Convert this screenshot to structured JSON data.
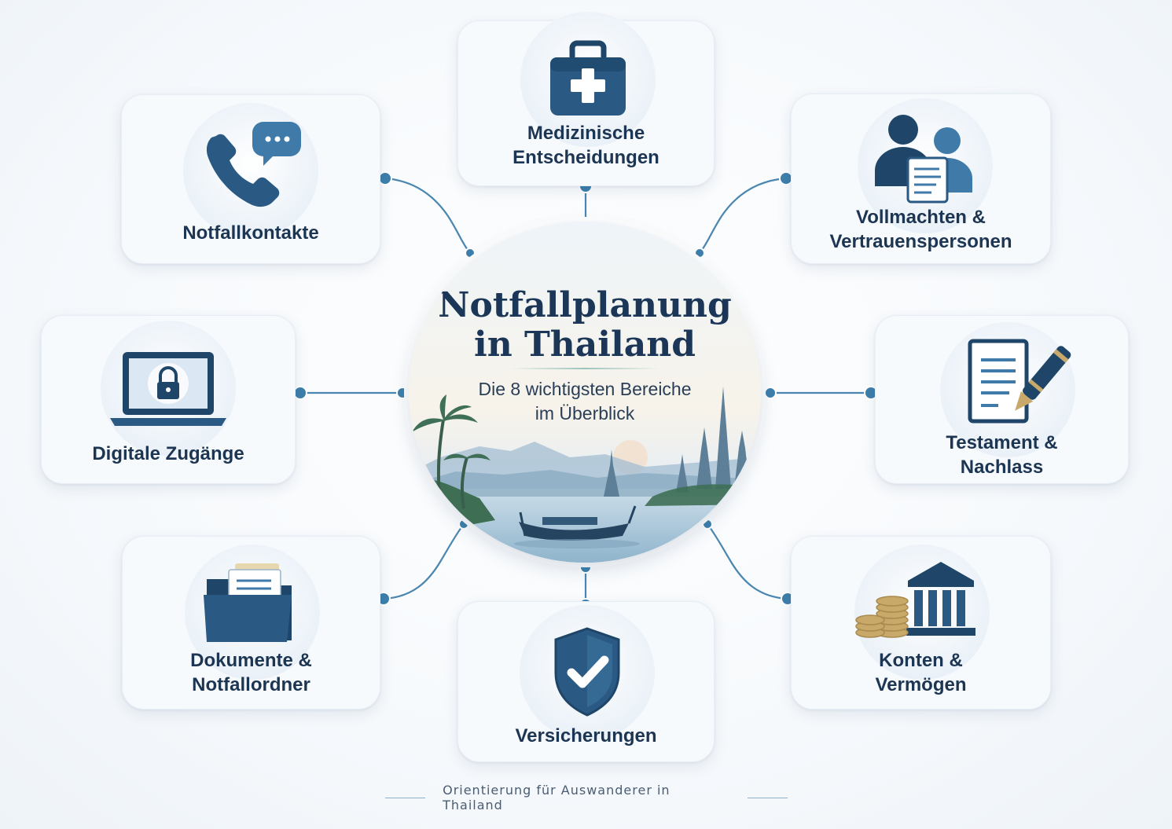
{
  "center": {
    "title_line1": "Notfallplanung",
    "title_line2": "in Thailand",
    "subtitle_line1": "Die 8 wichtigsten Bereiche",
    "subtitle_line2": "im Überblick"
  },
  "areas": [
    {
      "id": "medizinische",
      "icon": "medical-kit-icon",
      "line1": "Medizinische",
      "line2": "Entscheidungen"
    },
    {
      "id": "vollmachten",
      "icon": "people-document-icon",
      "line1": "Vollmachten &",
      "line2": "Vertrauenspersonen"
    },
    {
      "id": "testament",
      "icon": "document-pen-icon",
      "line1": "Testament &",
      "line2": "Nachlass"
    },
    {
      "id": "konten",
      "icon": "bank-coins-icon",
      "line1": "Konten &",
      "line2": "Vermögen"
    },
    {
      "id": "versicherungen",
      "icon": "shield-check-icon",
      "line1": "Versicherungen",
      "line2": ""
    },
    {
      "id": "dokumente",
      "icon": "folder-documents-icon",
      "line1": "Dokumente &",
      "line2": "Notfallordner"
    },
    {
      "id": "digitale",
      "icon": "laptop-lock-icon",
      "line1": "Digitale Zugänge",
      "line2": ""
    },
    {
      "id": "notfallkontakte",
      "icon": "phone-chat-icon",
      "line1": "Notfallkontakte",
      "line2": ""
    }
  ],
  "footer": {
    "text": "Orientierung für Auswanderer in Thailand"
  },
  "colors": {
    "navy": "#1c3552",
    "accent": "#3d7fab",
    "icon_dark": "#234b70",
    "icon_mid": "#3f7aa8",
    "gold": "#c9a96a"
  }
}
